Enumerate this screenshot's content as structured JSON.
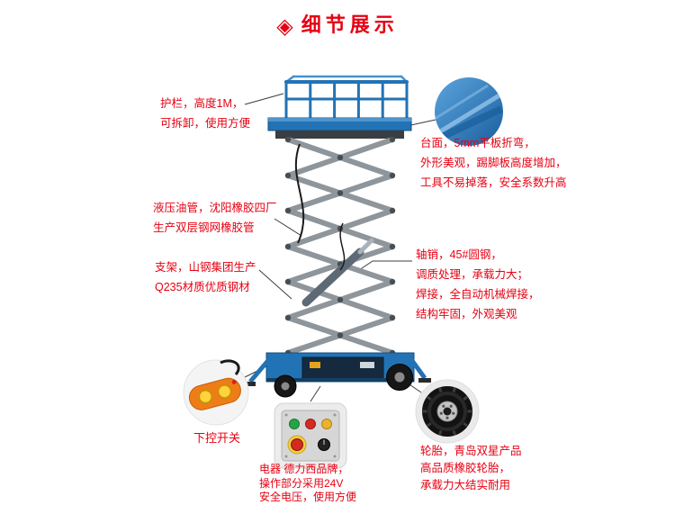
{
  "header": {
    "diamond_glyph": "◈",
    "title": "细节展示"
  },
  "theme": {
    "accent_red": "#e60012",
    "machine_blue": "#2273b5",
    "scissor_gray": "#8e959b"
  },
  "notes": {
    "guardrail": {
      "l1": "护栏，高度1M，",
      "l2": "可拆卸，使用方便"
    },
    "platform": {
      "l1": "台面，5mm平板折弯，",
      "l2": "外形美观，踢脚板高度增加，",
      "l3": "工具不易掉落，安全系数升高"
    },
    "hydraulic": {
      "l1": "液压油管，沈阳橡胶四厂",
      "l2": "生产双层钢网橡胶管"
    },
    "support": {
      "l1": "支架，山钢集团生产",
      "l2": "Q235材质优质钢材"
    },
    "axle": {
      "l1": "轴销，45#圆钢，",
      "l2": "调质处理，承载力大；",
      "l3": "焊接，全自动机械焊接，",
      "l4": "结构牢固，外观美观"
    },
    "lower_control": {
      "l1": "下控开关"
    },
    "electrical": {
      "l1": "电器 德力西品牌，",
      "l2": "操作部分采用24V",
      "l3": "安全电压，使用方便"
    },
    "tire": {
      "l1": "轮胎，青岛双星产品",
      "l2": "高品质橡胶轮胎，",
      "l3": "承载力大结实耐用"
    }
  }
}
